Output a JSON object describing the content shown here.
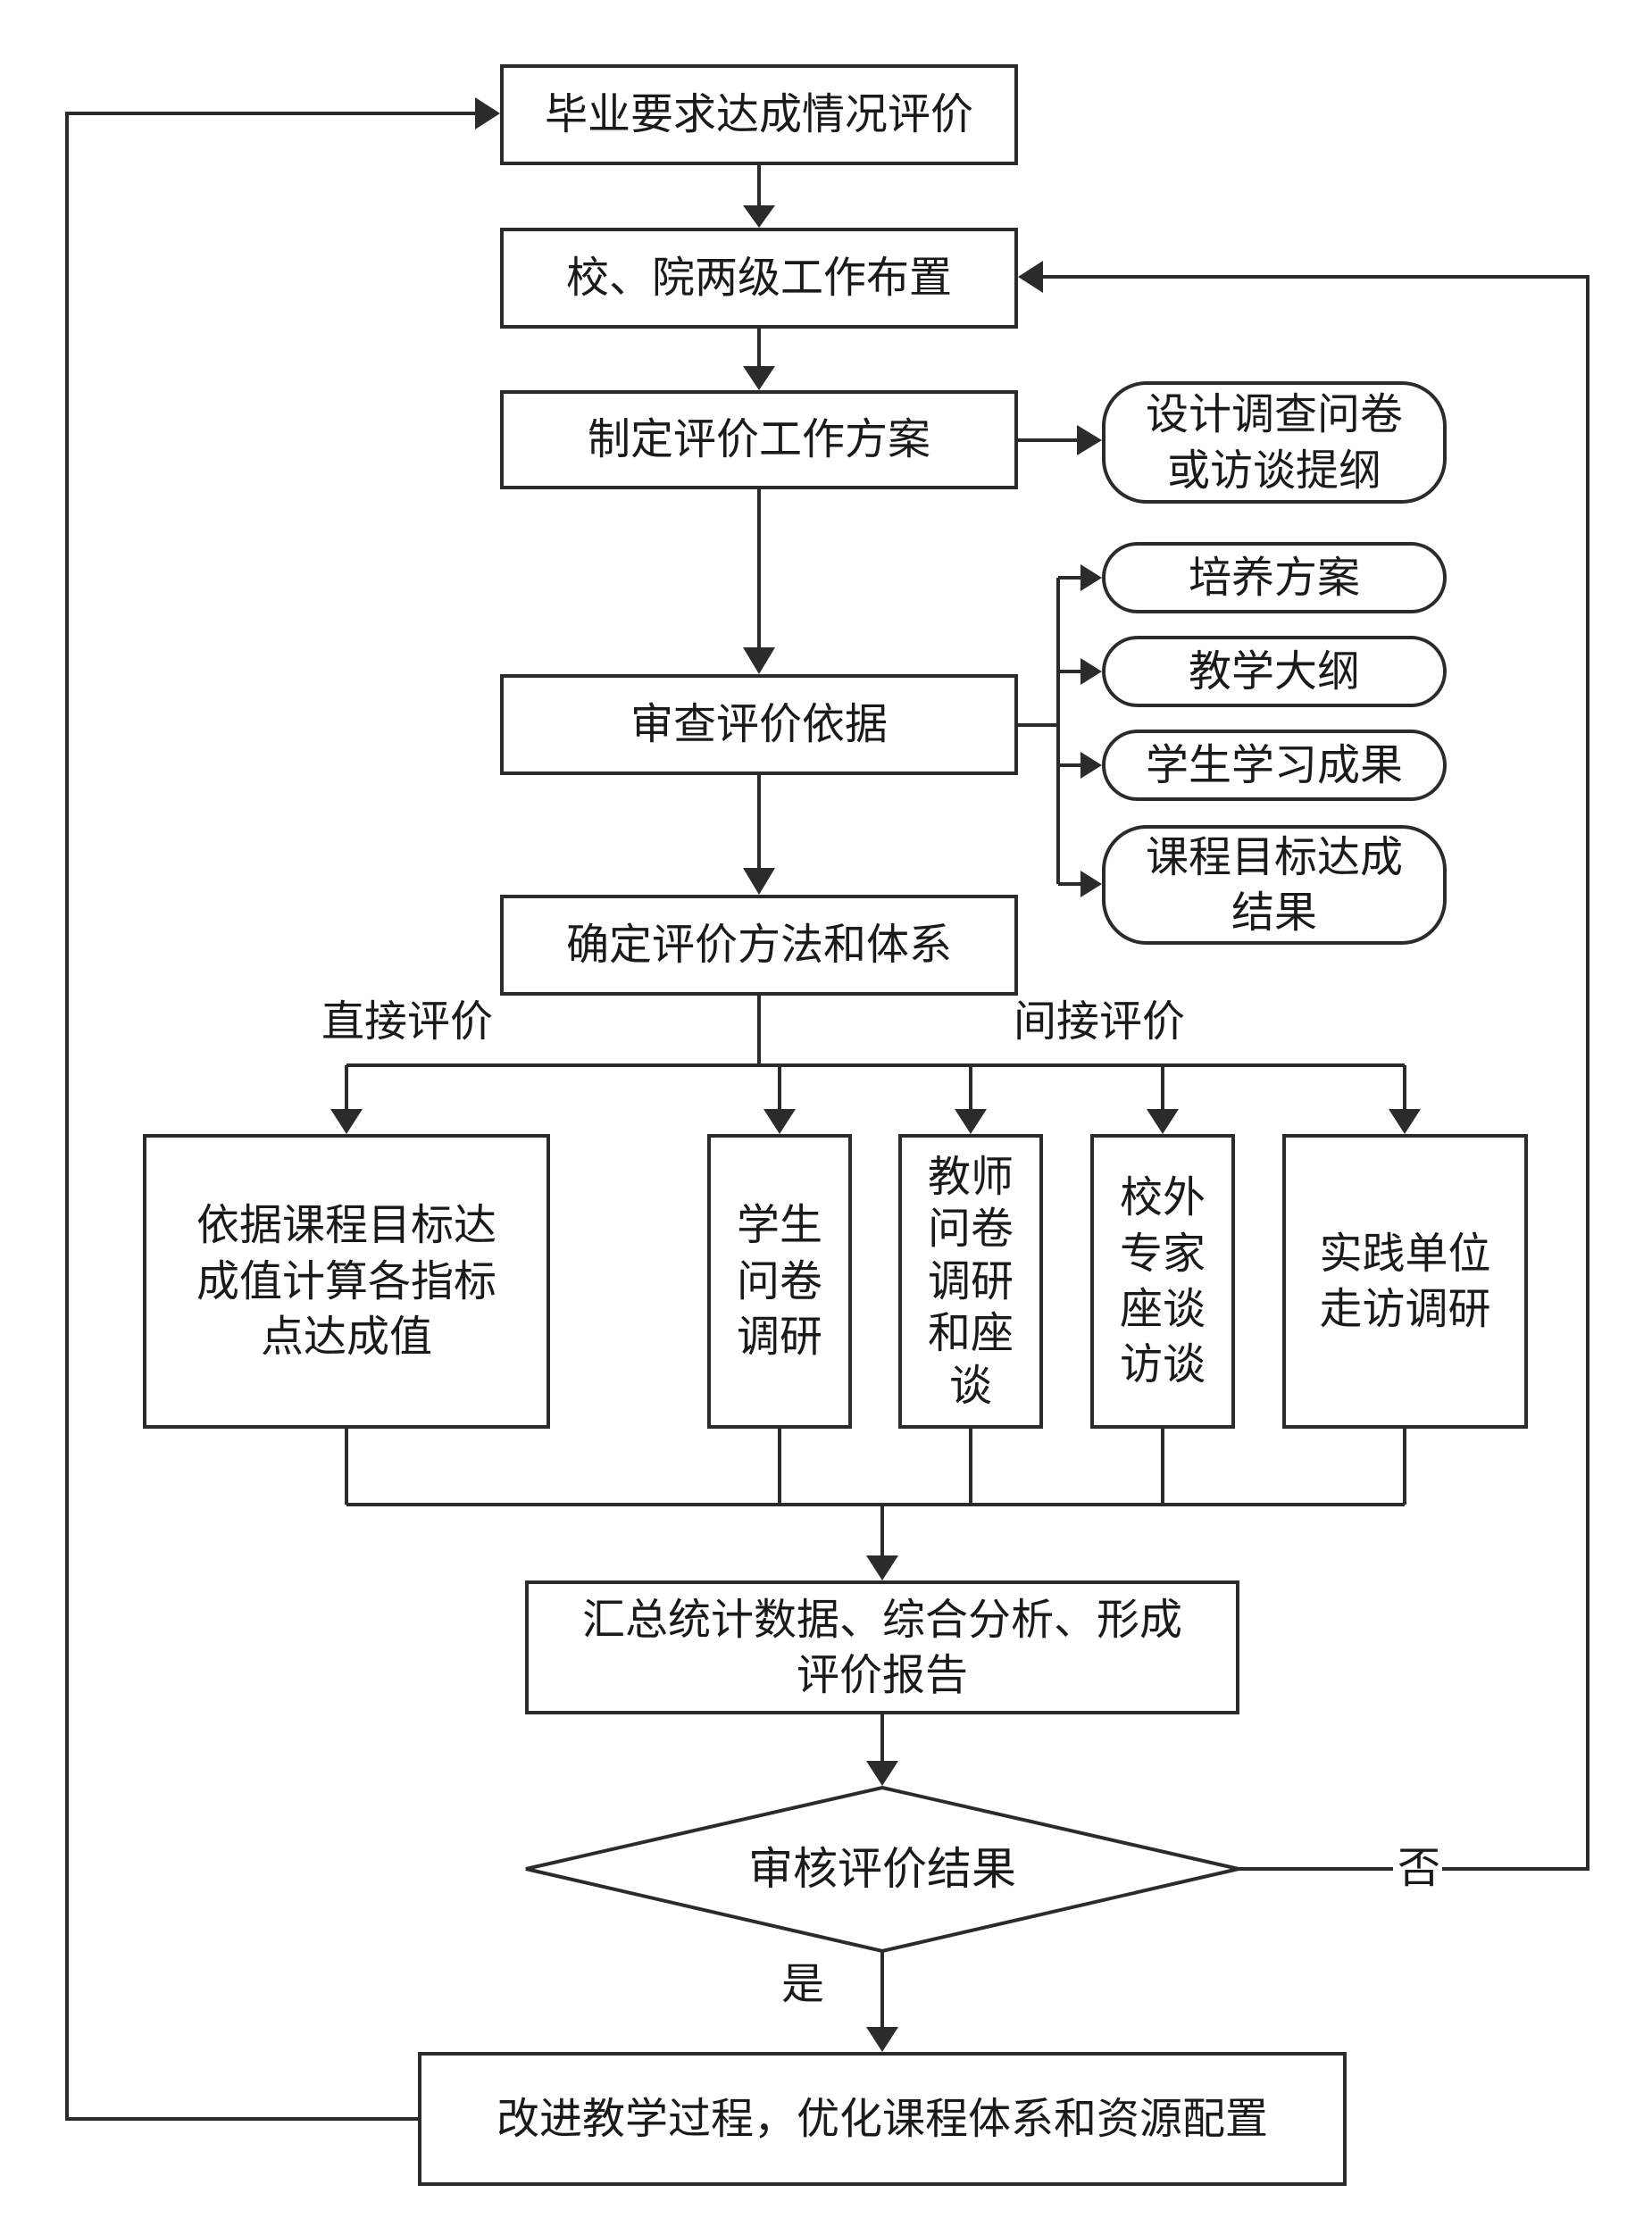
{
  "nodes": {
    "graduation_eval": "毕业要求达成情况评价",
    "school_deploy": "校、院两级工作布置",
    "eval_plan": "制定评价工作方案",
    "questionnaire_design": "设计调查问卷\n或访谈提纲",
    "review_basis": "审查评价依据",
    "training_plan": "培养方案",
    "syllabus": "教学大纲",
    "student_outcomes": "学生学习成果",
    "course_goal_results": "课程目标达成\n结果",
    "eval_method": "确定评价方法和体系",
    "direct_calc": "依据课程目标达\n成值计算各指标\n点达成值",
    "student_survey": "学生\n问卷\n调研",
    "teacher_survey": "教师\n问卷\n调研\n和座\n谈",
    "expert_interview": "校外\n专家\n座谈\n访谈",
    "employer_visit": "实践单位\n走访调研",
    "summary_report": "汇总统计数据、综合分析、形成\n评价报告",
    "audit_result": "审核评价结果",
    "improve": "改进教学过程，优化课程体系和资源配置"
  },
  "labels": {
    "direct": "直接评价",
    "indirect": "间接评价",
    "no": "否",
    "yes": "是"
  }
}
